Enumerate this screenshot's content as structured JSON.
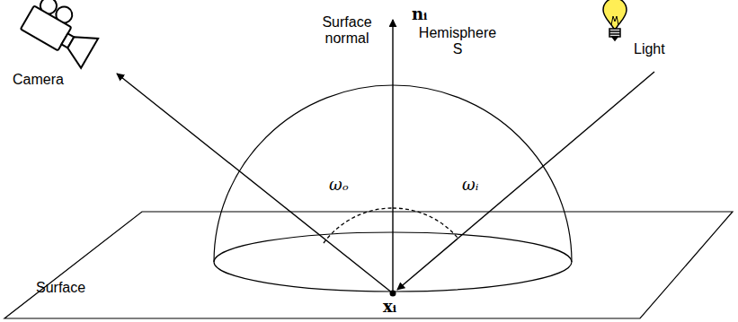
{
  "diagram": {
    "labels": [
      "Camera",
      "Surface normal",
      "nᵢ",
      "Hemisphere S",
      "Light",
      "ωₒ",
      "ωᵢ",
      "xᵢ",
      "Surface"
    ]
  }
}
